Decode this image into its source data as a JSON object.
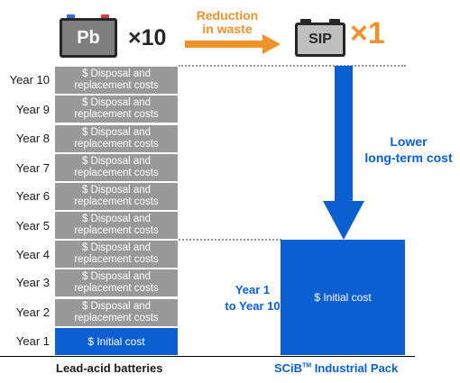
{
  "header": {
    "pb_label": "Pb",
    "pb_multiplier": "×10",
    "reduction_line1": "Reduction",
    "reduction_line2": "in waste",
    "sip_label": "SIP",
    "sip_multiplier": "×1"
  },
  "lead_acid": {
    "years": [
      "Year 10",
      "Year 9",
      "Year 8",
      "Year 7",
      "Year 6",
      "Year 5",
      "Year 4",
      "Year 3",
      "Year 2",
      "Year 1"
    ],
    "box_line1": "$ Disposal and",
    "box_line2": "replacement costs",
    "initial_cost": "$ Initial cost",
    "label": "Lead-acid batteries"
  },
  "scib": {
    "lower_line1": "Lower",
    "lower_line2": "long-term cost",
    "range_line1": "Year 1",
    "range_line2": "to Year 10",
    "initial_cost": "$ Initial cost",
    "label_main": "SCiB",
    "label_tm": "TM",
    "label_rest": " Industrial Pack"
  },
  "colors": {
    "blue": "#0b5fd0",
    "orange": "#f0922c",
    "gray_box": "#999999",
    "battery_dark": "#7f7f7f",
    "battery_light": "#bfbfbf"
  }
}
